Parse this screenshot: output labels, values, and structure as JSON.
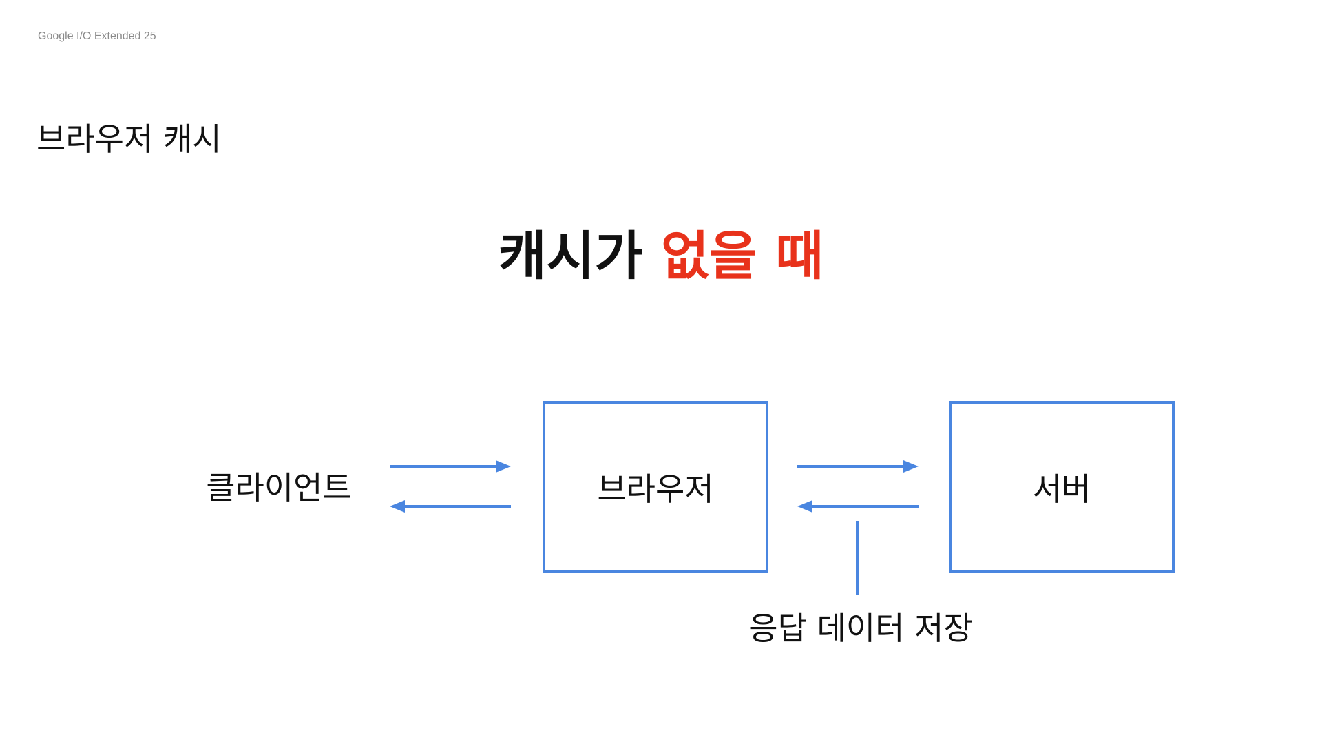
{
  "header": {
    "event_label": "Google I/O Extended 25"
  },
  "slide": {
    "section_title": "브라우저 캐시",
    "headline_prefix": "캐시가 ",
    "headline_highlight": "없을 때"
  },
  "diagram": {
    "client_label": "클라이언트",
    "browser_label": "브라우저",
    "server_label": "서버",
    "annotation_label": "응답 데이터 저장"
  },
  "colors": {
    "accent_blue": "#4a86e0",
    "highlight_red": "#e8321b"
  }
}
